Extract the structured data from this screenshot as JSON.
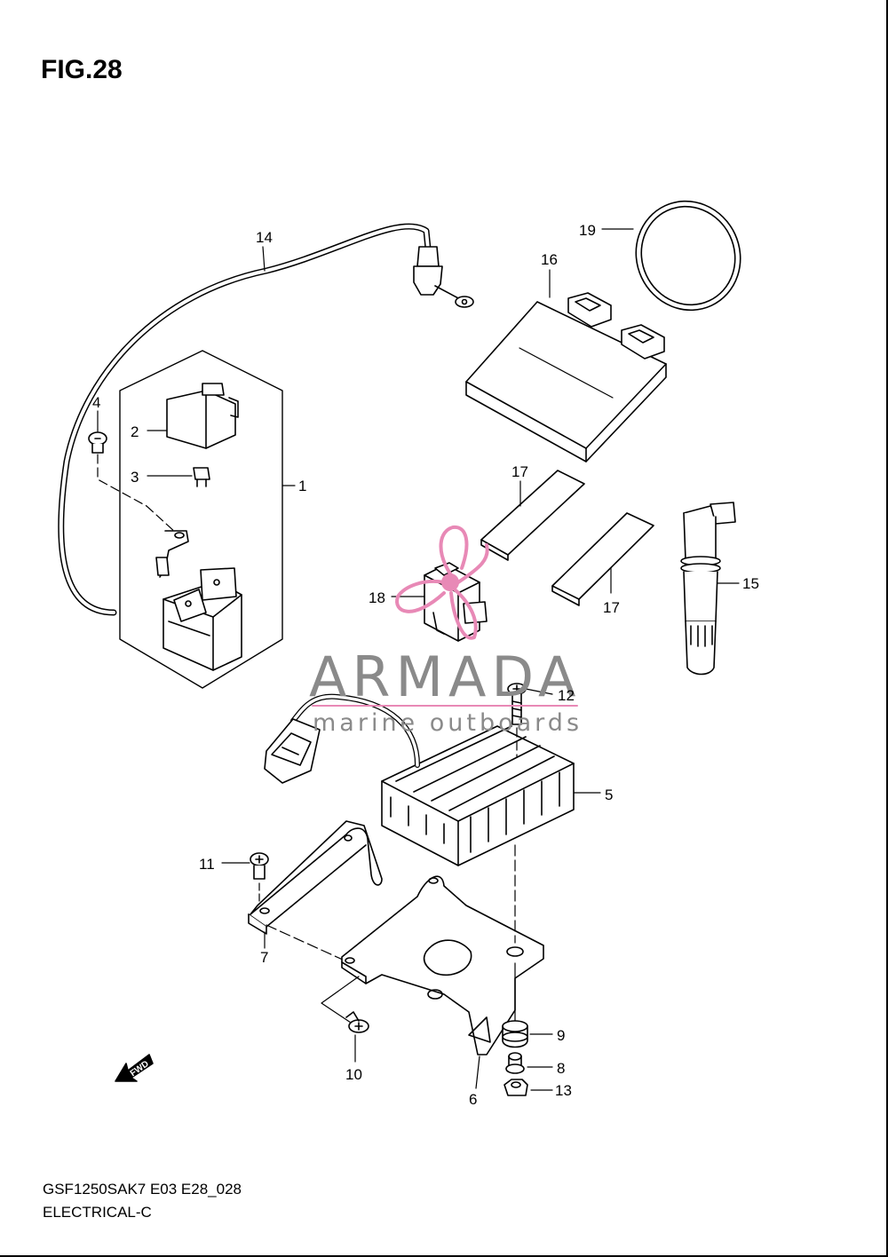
{
  "figure": {
    "title": "FIG.28",
    "model_code": "GSF1250SAK7 E03 E28_028",
    "section": "ELECTRICAL-C"
  },
  "watermark": {
    "brand": "ARMADA",
    "tagline": "marine outboards",
    "color": "#e889b6"
  },
  "fwd_label": "FWD",
  "callouts": {
    "c1": "1",
    "c2": "2",
    "c3": "3",
    "c4": "4",
    "c5": "5",
    "c6": "6",
    "c7": "7",
    "c8": "8",
    "c9": "9",
    "c10": "10",
    "c11": "11",
    "c12": "12",
    "c13": "13",
    "c14": "14",
    "c15": "15",
    "c16": "16",
    "c17a": "17",
    "c17b": "17",
    "c18": "18",
    "c19": "19"
  }
}
